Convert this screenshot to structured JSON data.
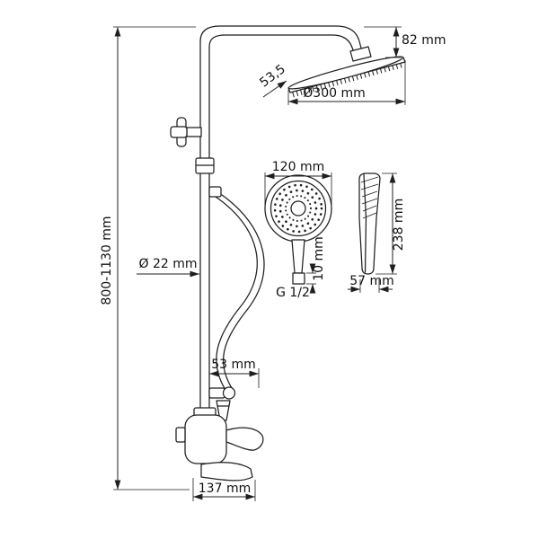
{
  "page": {
    "background": "#ffffff",
    "stroke_color": "#1f1f1f"
  },
  "drawing": {
    "type": "technical-drawing",
    "subject": "shower-system-with-rain-head-hand-shower-and-mixer",
    "labels": {
      "head_height": "82 mm",
      "head_tilt": "53,5",
      "head_diameter": "Ø300 mm",
      "column_height": "800-1130 mm",
      "pipe_diameter": "Ø 22 mm",
      "handshower_width": "120 mm",
      "handle_connector": "10 mm",
      "thread": "G 1/2",
      "handshower_length": "238 mm",
      "handshower_depth": "57 mm",
      "holder_offset": "53 mm",
      "spout_reach": "137 mm"
    }
  }
}
